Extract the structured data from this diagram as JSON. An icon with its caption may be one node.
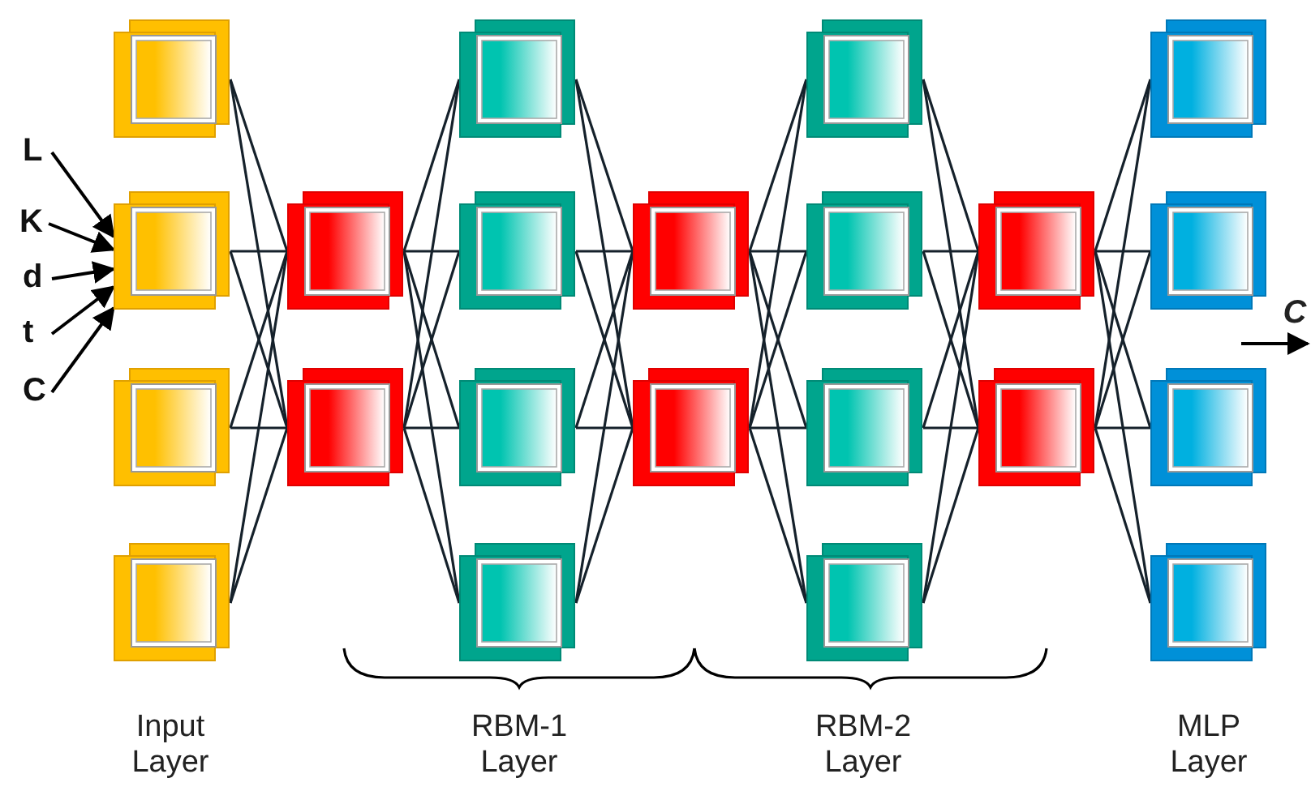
{
  "diagram": {
    "nodes": [
      {
        "text": [],
        "shape": "box"
      },
      {
        "text": [],
        "shape": "box"
      },
      {
        "text": [],
        "shape": "box"
      },
      {
        "text": [],
        "shape": "box"
      },
      {
        "text": [],
        "shape": "box"
      },
      {
        "text": [],
        "shape": "box"
      },
      {
        "text": [],
        "shape": "box"
      },
      {
        "text": [],
        "shape": "box"
      },
      {
        "text": [],
        "shape": "box"
      },
      {
        "text": [],
        "shape": "box"
      },
      {
        "text": [],
        "shape": "box"
      },
      {
        "text": [],
        "shape": "box"
      },
      {
        "text": [],
        "shape": "box"
      },
      {
        "text": [],
        "shape": "box"
      },
      {
        "text": [],
        "shape": "box"
      },
      {
        "text": [],
        "shape": "box"
      },
      {
        "text": [],
        "shape": "box"
      },
      {
        "text": [],
        "shape": "box"
      },
      {
        "text": [],
        "shape": "box"
      },
      {
        "text": [],
        "shape": "box"
      },
      {
        "text": [],
        "shape": "box"
      },
      {
        "text": [],
        "shape": "box"
      },
      {
        "text": [
          "L"
        ]
      },
      {
        "text": [
          "K"
        ]
      },
      {
        "text": [
          "d"
        ]
      },
      {
        "text": [
          "t"
        ]
      },
      {
        "text": [
          "C"
        ]
      }
    ],
    "edges": [
      {
        "from": 22,
        "to": 1,
        "arrow": "to"
      },
      {
        "from": 23,
        "to": 1,
        "arrow": "to"
      },
      {
        "from": 24,
        "to": 1,
        "arrow": "to"
      },
      {
        "from": 25,
        "to": 1,
        "arrow": "to"
      },
      {
        "from": 26,
        "to": 1,
        "arrow": "to"
      },
      {
        "from": 0,
        "to": 4,
        "arrow": "none"
      },
      {
        "from": 0,
        "to": 5,
        "arrow": "none"
      },
      {
        "from": 1,
        "to": 4,
        "arrow": "none"
      },
      {
        "from": 1,
        "to": 5,
        "arrow": "none"
      },
      {
        "from": 2,
        "to": 4,
        "arrow": "none"
      },
      {
        "from": 2,
        "to": 5,
        "arrow": "none"
      },
      {
        "from": 3,
        "to": 4,
        "arrow": "none"
      },
      {
        "from": 3,
        "to": 5,
        "arrow": "none"
      },
      {
        "from": 4,
        "to": 6,
        "arrow": "none"
      },
      {
        "from": 4,
        "to": 7,
        "arrow": "none"
      },
      {
        "from": 4,
        "to": 8,
        "arrow": "none"
      },
      {
        "from": 4,
        "to": 9,
        "arrow": "none"
      },
      {
        "from": 5,
        "to": 6,
        "arrow": "none"
      },
      {
        "from": 5,
        "to": 7,
        "arrow": "none"
      },
      {
        "from": 5,
        "to": 8,
        "arrow": "none"
      },
      {
        "from": 5,
        "to": 9,
        "arrow": "none"
      },
      {
        "from": 6,
        "to": 10,
        "arrow": "none"
      },
      {
        "from": 6,
        "to": 11,
        "arrow": "none"
      },
      {
        "from": 7,
        "to": 10,
        "arrow": "none"
      },
      {
        "from": 7,
        "to": 11,
        "arrow": "none"
      },
      {
        "from": 8,
        "to": 10,
        "arrow": "none"
      },
      {
        "from": 8,
        "to": 11,
        "arrow": "none"
      },
      {
        "from": 9,
        "to": 10,
        "arrow": "none"
      },
      {
        "from": 9,
        "to": 11,
        "arrow": "none"
      },
      {
        "from": 10,
        "to": 12,
        "arrow": "none"
      },
      {
        "from": 10,
        "to": 13,
        "arrow": "none"
      },
      {
        "from": 10,
        "to": 14,
        "arrow": "none"
      },
      {
        "from": 10,
        "to": 15,
        "arrow": "none"
      },
      {
        "from": 11,
        "to": 12,
        "arrow": "none"
      },
      {
        "from": 11,
        "to": 13,
        "arrow": "none"
      },
      {
        "from": 11,
        "to": 14,
        "arrow": "none"
      },
      {
        "from": 11,
        "to": 15,
        "arrow": "none"
      },
      {
        "from": 12,
        "to": 16,
        "arrow": "none"
      },
      {
        "from": 12,
        "to": 17,
        "arrow": "none"
      },
      {
        "from": 13,
        "to": 16,
        "arrow": "none"
      },
      {
        "from": 13,
        "to": 17,
        "arrow": "none"
      },
      {
        "from": 14,
        "to": 16,
        "arrow": "none"
      },
      {
        "from": 14,
        "to": 17,
        "arrow": "none"
      },
      {
        "from": 15,
        "to": 16,
        "arrow": "none"
      },
      {
        "from": 15,
        "to": 17,
        "arrow": "none"
      },
      {
        "from": 16,
        "to": 18,
        "arrow": "none"
      },
      {
        "from": 16,
        "to": 19,
        "arrow": "none"
      },
      {
        "from": 16,
        "to": 20,
        "arrow": "none"
      },
      {
        "from": 16,
        "to": 21,
        "arrow": "none"
      },
      {
        "from": 17,
        "to": 18,
        "arrow": "none"
      },
      {
        "from": 17,
        "to": 19,
        "arrow": "none"
      },
      {
        "from": 17,
        "to": 20,
        "arrow": "none"
      },
      {
        "from": 17,
        "to": 21,
        "arrow": "none"
      }
    ],
    "labels": [
      "Input Layer",
      "RBM-1 Layer",
      "RBM-2 Layer",
      "MLP Layer",
      "C"
    ]
  }
}
